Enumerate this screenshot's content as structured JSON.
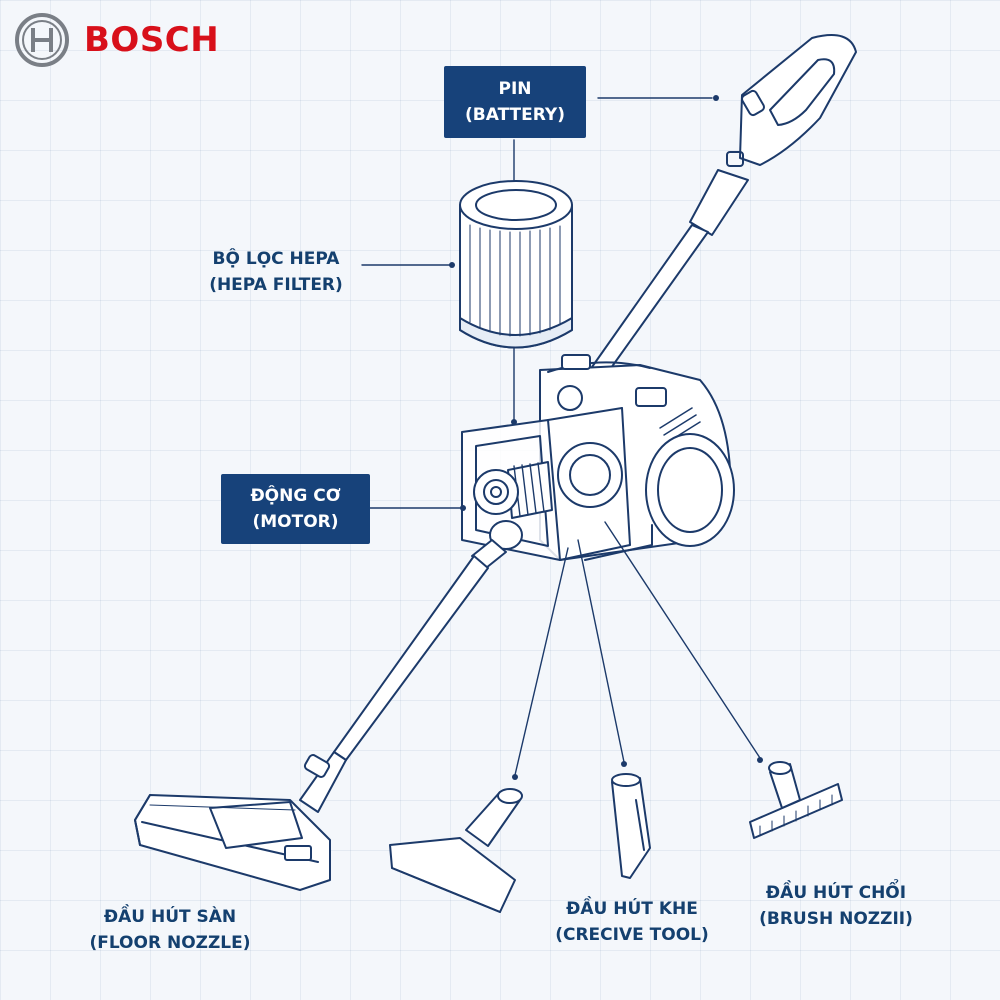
{
  "brand": {
    "name": "BOSCH",
    "color": "#d8101a",
    "logo_icon": "bosch-armature-icon"
  },
  "colors": {
    "line": "#1c3a6a",
    "label_bg": "#17427a",
    "label_text": "#14406f"
  },
  "labels": {
    "battery": {
      "line1": "PIN",
      "line2": "(BATTERY)"
    },
    "hepa": {
      "line1": "BỘ LỌC HEPA",
      "line2": "(HEPA FILTER)"
    },
    "motor": {
      "line1": "ĐỘNG CƠ",
      "line2": "(MOTOR)"
    },
    "floor": {
      "line1": "ĐẦU HÚT SÀN",
      "line2": "(FLOOR NOZZLE)"
    },
    "crevice": {
      "line1": "ĐẦU HÚT KHE",
      "line2": "(CRECIVE TOOL)"
    },
    "brush": {
      "line1": "ĐẦU HÚT CHỔI",
      "line2": "(BRUSH NOZZII)"
    }
  }
}
